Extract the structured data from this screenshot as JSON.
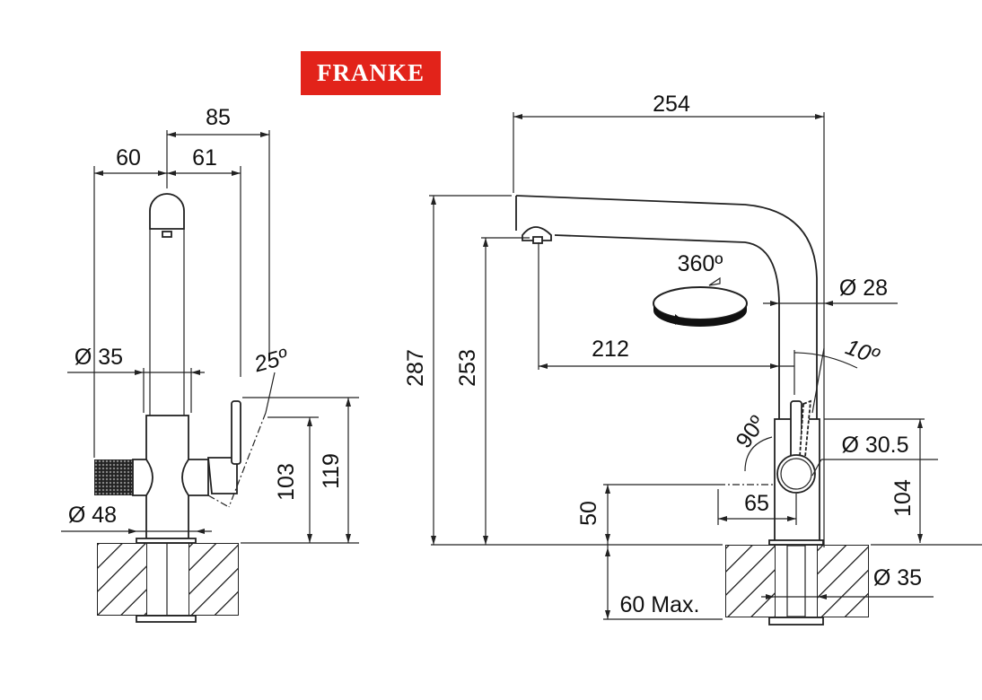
{
  "logo": {
    "text": "FRANKE",
    "color": "#e2231a"
  },
  "front_view": {
    "dim_total_width": "85",
    "dim_left": "60",
    "dim_right": "61",
    "dim_body_diameter": "Ø 35",
    "dim_lever_angle": "25º",
    "dim_base_diameter": "Ø 48",
    "dim_body_height": "103",
    "dim_lever_height": "119"
  },
  "side_view": {
    "dim_reach_total": "254",
    "dim_total_height": "287",
    "dim_spout_height": "253",
    "rotation_label": "360º",
    "dim_spout_diameter": "Ø 28",
    "dim_reach": "212",
    "dim_lever_tilt": "10º",
    "dim_handle_rotation": "90º",
    "dim_lever_diameter": "Ø 30.5",
    "dim_handle_height": "50",
    "dim_handle_length": "65",
    "dim_body_height": "104",
    "dim_hole_diameter": "Ø 35",
    "dim_counter_thickness": "60 Max."
  }
}
